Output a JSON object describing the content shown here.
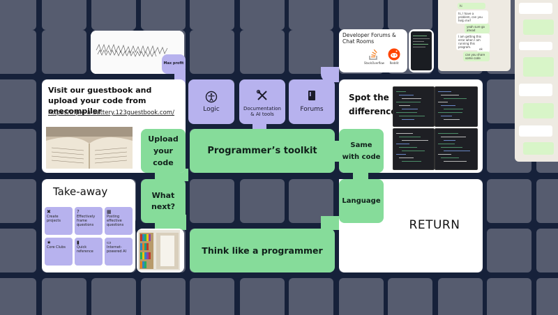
{
  "toolkit": {
    "center": "Programmer’s toolkit",
    "upload": "Upload your code",
    "same": "Same with code",
    "what_next": "What next?",
    "language": "Language",
    "think": "Think like a programmer",
    "logic": "Logic",
    "docs": "Documentation & AI tools",
    "forums": "Forums",
    "max_profit": "Max profit"
  },
  "guestbook": {
    "title": "Visit our guestbook and upload your code from onecompiler",
    "url": "https://triple-a-battery.123guestbook.com/"
  },
  "forums_card": {
    "title": "Developer Forums & Chat Rooms",
    "so_label": "StackOverflow",
    "reddit_label": "Reddit"
  },
  "spot": {
    "title": "Spot the difference"
  },
  "takeaway": {
    "title": "Take-away",
    "items": [
      {
        "icon": "tools-icon",
        "title": "Create projects"
      },
      {
        "icon": "question-icon",
        "title": "Effectively frame questions"
      },
      {
        "icon": "document-icon",
        "title": "Posting effective questions"
      },
      {
        "icon": "star-icon",
        "title": "Core Clubs"
      },
      {
        "icon": "book-icon",
        "title": "Quick reference"
      },
      {
        "icon": "chat-icon",
        "title": "Internet-powered AI"
      }
    ]
  },
  "return_card": {
    "label": "RETURN"
  },
  "chat_log": {
    "messages": [
      {
        "from": "me",
        "text": "hi"
      },
      {
        "from": "other",
        "text": "hi, I have a problem, can you help me?"
      },
      {
        "from": "me",
        "text": "yeah sure go ahead"
      },
      {
        "from": "other",
        "text": "I am getting this error when I am running this program."
      },
      {
        "from": "other",
        "text": "ok"
      },
      {
        "from": "me",
        "text": "can you share some code"
      }
    ]
  },
  "colors": {
    "background": "#16213a",
    "tile": "#565c6f",
    "green": "#86dc9a",
    "purple": "#b7b2ee",
    "card": "#ffffff"
  }
}
